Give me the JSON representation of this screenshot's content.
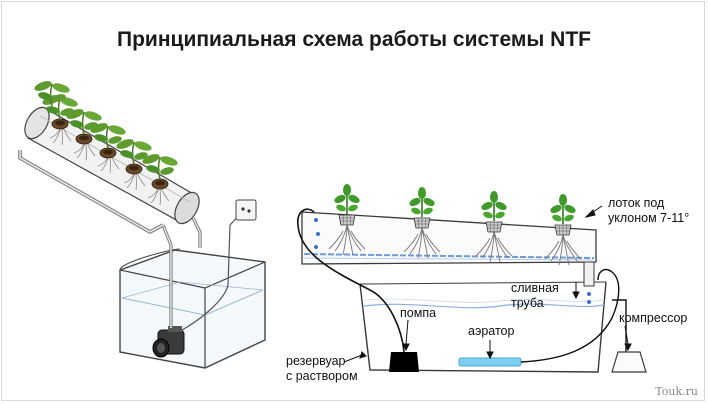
{
  "title": "Принципиальная схема работы системы NTF",
  "labels": {
    "tray": [
      "лоток под",
      "уклоном 7-11°"
    ],
    "drain": [
      "сливная",
      "труба"
    ],
    "pump": "помпа",
    "aerator": "аэратор",
    "compressor": "компрессор",
    "reservoir": [
      "резервуар",
      "с раствором"
    ]
  },
  "watermark": "Touk.ru",
  "colors": {
    "outline": "#3a3a3a",
    "water": "#5f8fd0",
    "plant": "#4a8f2a",
    "aerator": "#7fd0f0",
    "pump": "#111111"
  }
}
